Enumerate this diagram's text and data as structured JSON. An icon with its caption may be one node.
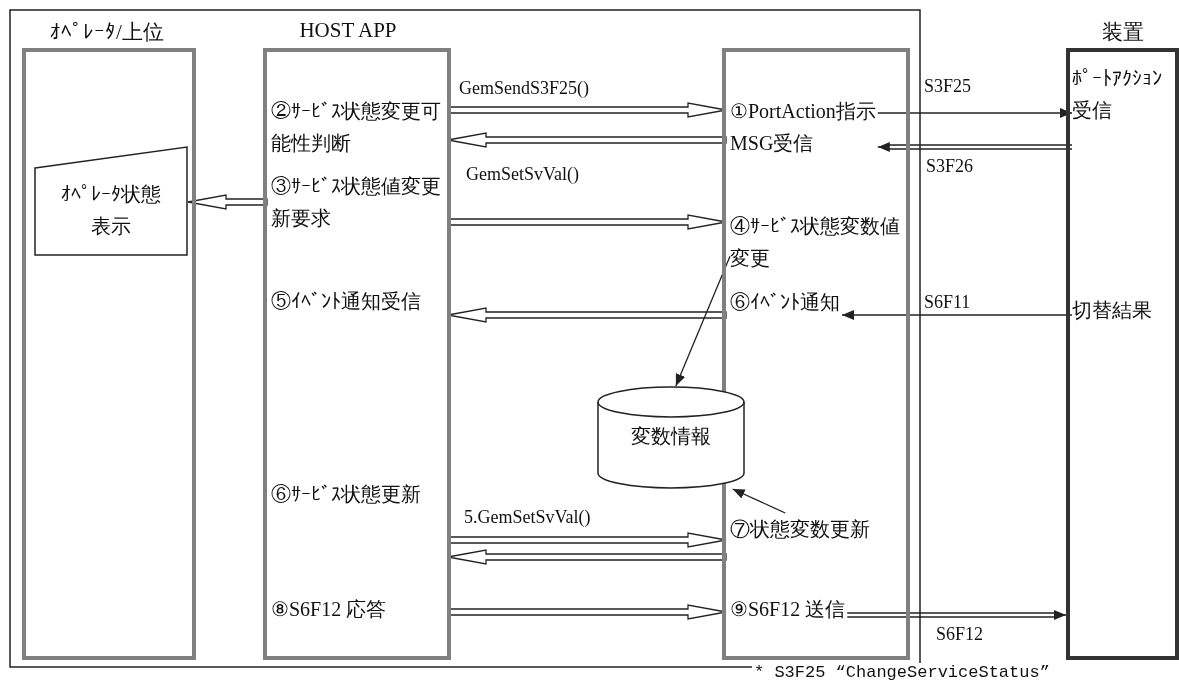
{
  "diagram": {
    "nodes": [
      {
        "text": [
          "ｵﾍﾟﾚｰﾀ/上位"
        ]
      },
      {
        "text": [
          "ｵﾍﾟﾚｰﾀ状態表示"
        ],
        "in": 0
      },
      {
        "text": [
          "HOST APP"
        ]
      },
      {
        "text": [
          "②ｻｰﾋﾞｽ状態変更可能性判断"
        ],
        "in": 2
      },
      {
        "text": [
          "③ｻｰﾋﾞｽ状態値変更新要求"
        ],
        "in": 2
      },
      {
        "text": [
          "⑤ｲﾍﾞﾝﾄ通知受信"
        ],
        "in": 2
      },
      {
        "text": [
          "⑥ｻｰﾋﾞｽ状態更新"
        ],
        "in": 2
      },
      {
        "text": [
          "⑧S6F12 応答"
        ],
        "in": 2
      },
      {
        "text": [],
        "shape": "box"
      },
      {
        "text": [
          "①PortAction指示MSG受信"
        ],
        "in": 8
      },
      {
        "text": [
          "④ｻｰﾋﾞｽ状態変数値変更"
        ],
        "in": 8
      },
      {
        "text": [
          "⑥ｲﾍﾞﾝﾄ通知"
        ],
        "in": 8
      },
      {
        "text": [
          "変数情報"
        ]
      },
      {
        "text": [
          "⑦状態変数更新"
        ],
        "in": 8
      },
      {
        "text": [
          "⑨S6F12 送信"
        ],
        "in": 8
      },
      {
        "text": [
          "装置"
        ]
      },
      {
        "text": [
          "ﾎﾟｰﾄｱｸｼｮﾝ受信"
        ],
        "in": 15
      },
      {
        "text": [
          "切替結果"
        ],
        "in": 15
      }
    ],
    "edges": [
      {
        "from": 3,
        "to": 9,
        "arrow": "to",
        "label": "GemSendS3F25()"
      },
      {
        "from": 9,
        "to": 3,
        "arrow": "to"
      },
      {
        "from": 4,
        "to": 1,
        "arrow": "to"
      },
      {
        "from": 4,
        "to": 10,
        "arrow": "to",
        "label": "GemSetSvVal()"
      },
      {
        "from": 11,
        "to": 5,
        "arrow": "to"
      },
      {
        "from": 10,
        "to": 12,
        "arrow": "to"
      },
      {
        "from": 13,
        "to": 12,
        "arrow": "to"
      },
      {
        "from": 6,
        "to": 13,
        "arrow": "to",
        "label": "5.GemSetSvVal()"
      },
      {
        "from": 13,
        "to": 6,
        "arrow": "to"
      },
      {
        "from": 7,
        "to": 14,
        "arrow": "to"
      },
      {
        "from": 9,
        "to": 16,
        "arrow": "to",
        "label": "S3F25"
      },
      {
        "from": 16,
        "to": 9,
        "arrow": "to",
        "label": "S3F26"
      },
      {
        "from": 17,
        "to": 11,
        "arrow": "to",
        "label": "S6F11"
      },
      {
        "from": 14,
        "to": 15,
        "arrow": "to",
        "label": "S6F12"
      }
    ],
    "labels": [
      "* S3F25 “ChangeServiceStatus”"
    ]
  }
}
